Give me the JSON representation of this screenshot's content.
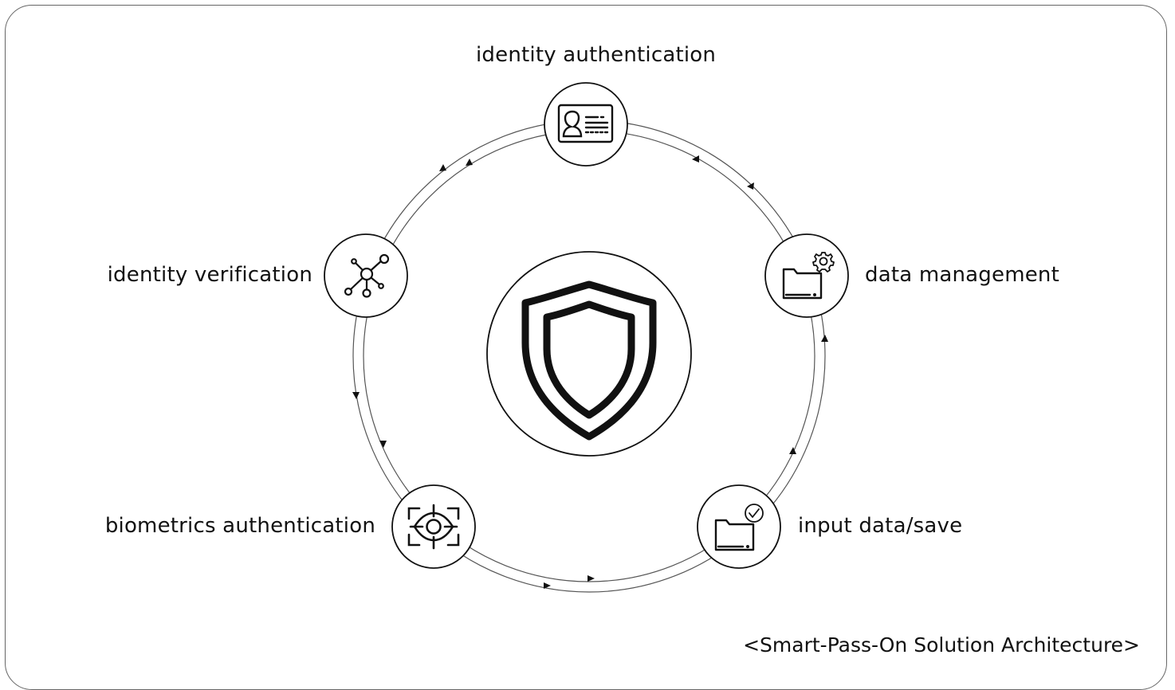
{
  "nodes": {
    "identity_authentication": {
      "label": "identity authentication",
      "icon": "id-card-icon"
    },
    "data_management": {
      "label": "data management",
      "icon": "folder-gear-icon"
    },
    "input_data_save": {
      "label": "input data/save",
      "icon": "folder-check-icon"
    },
    "biometrics_authentication": {
      "label": "biometrics authentication",
      "icon": "eye-scan-icon"
    },
    "identity_verification": {
      "label": "identity verification",
      "icon": "network-nodes-icon"
    }
  },
  "center": {
    "icon": "shield-icon"
  },
  "caption": "<Smart-Pass-On Solution Architecture>",
  "colors": {
    "stroke": "#111111",
    "ring": "#555555",
    "background": "#ffffff"
  }
}
